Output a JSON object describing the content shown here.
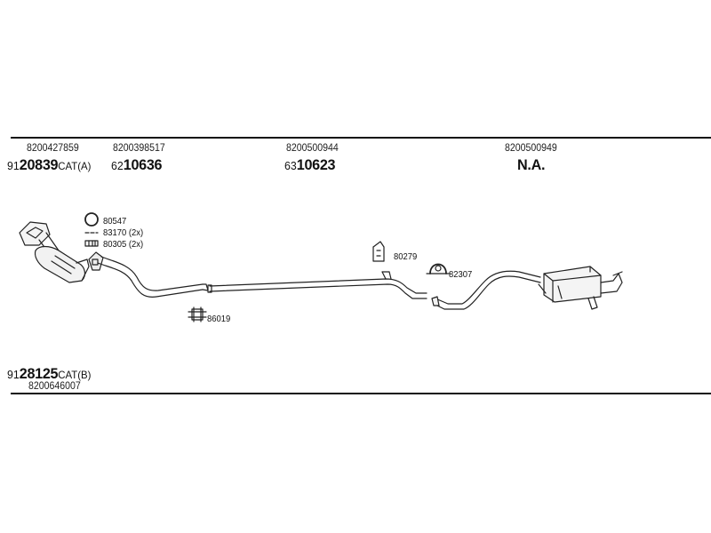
{
  "header_groups": [
    {
      "oem": "8200427859",
      "prefix": "91",
      "number": "20839",
      "suffix": "CAT(A)"
    },
    {
      "oem": "8200398517",
      "prefix": "62",
      "number": "10636",
      "suffix": ""
    },
    {
      "oem": "8200500944",
      "prefix": "63",
      "number": "10623",
      "suffix": ""
    },
    {
      "oem": "8200500949",
      "prefix": "",
      "number": "N.A.",
      "suffix": ""
    }
  ],
  "footer_group": {
    "prefix": "91",
    "number": "28125",
    "suffix": "CAT(B)",
    "oem": "8200646007"
  },
  "fitting_labels": {
    "seal_ring": "80547",
    "spring_bolt": "83170 (2x)",
    "nut": "80305 (2x)",
    "clamp_86019": "86019",
    "hanger_80279": "80279",
    "clamp_82307": "82307"
  }
}
